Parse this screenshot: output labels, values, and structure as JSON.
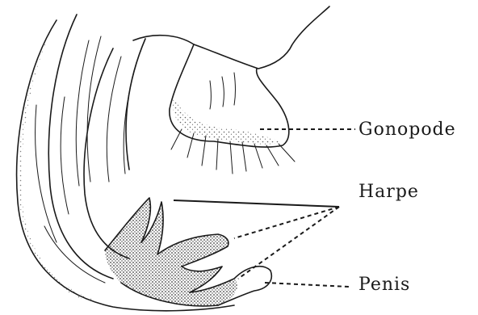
{
  "labels": {
    "gonopode": "Gonopode",
    "harpe": "Harpe",
    "penis": "Penis"
  }
}
